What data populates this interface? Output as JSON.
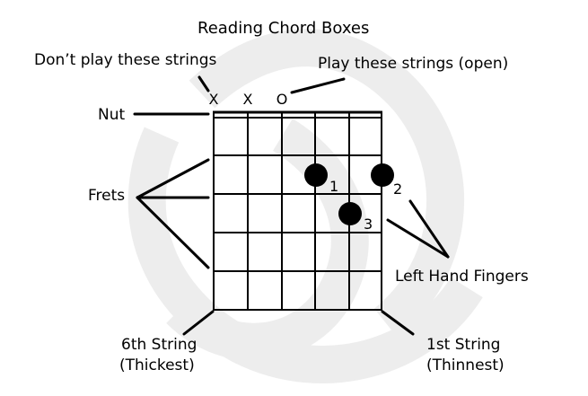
{
  "title": "Reading Chord Boxes",
  "labels": {
    "muted": "Don’t play these strings",
    "open": "Play these strings (open)",
    "nut": "Nut",
    "frets": "Frets",
    "fingers": "Left Hand Fingers",
    "sixth_line1": "6th String",
    "sixth_line2": "(Thickest)",
    "first_line1": "1st String",
    "first_line2": "(Thinnest)"
  },
  "string_markers": [
    "X",
    "X",
    "O"
  ],
  "fingers": [
    {
      "number": "1",
      "string": 3,
      "fret": 2
    },
    {
      "number": "2",
      "string": 1,
      "fret": 2
    },
    {
      "number": "3",
      "string": 2,
      "fret": 3
    }
  ],
  "colors": {
    "ink": "#000000",
    "watermark": "#e8e8e8"
  }
}
